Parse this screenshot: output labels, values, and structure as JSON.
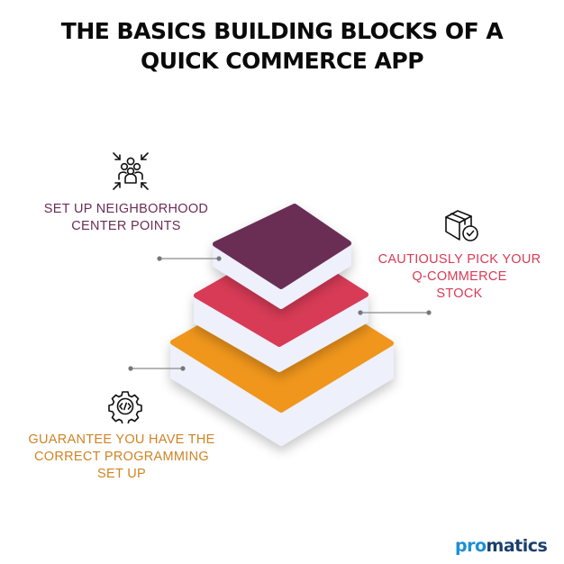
{
  "title": {
    "line1": "THE BASICS BUILDING BLOCKS OF A",
    "line2": "QUICK COMMERCE APP"
  },
  "colors": {
    "layer_top": "#6b2d55",
    "layer_middle": "#d83a56",
    "layer_bottom": "#f0961a",
    "side_face": "#eef0fb",
    "connector": "#8a8a8a"
  },
  "blocks": [
    {
      "layer": "top",
      "icon": "people-converging-icon",
      "label_lines": [
        "SET UP NEIGHBORHOOD",
        "CENTER POINTS"
      ],
      "color": "#6b2d55"
    },
    {
      "layer": "middle",
      "icon": "box-check-icon",
      "label_lines": [
        "CAUTIOUSLY PICK YOUR",
        "Q-COMMERCE",
        "STOCK"
      ],
      "color": "#d83a56"
    },
    {
      "layer": "bottom",
      "icon": "gear-code-icon",
      "label_lines": [
        "GUARANTEE YOU HAVE THE",
        "CORRECT PROGRAMMING",
        "SET UP"
      ],
      "color": "#d08324"
    }
  ],
  "logo": {
    "part1": "pro",
    "part2": "matics"
  }
}
